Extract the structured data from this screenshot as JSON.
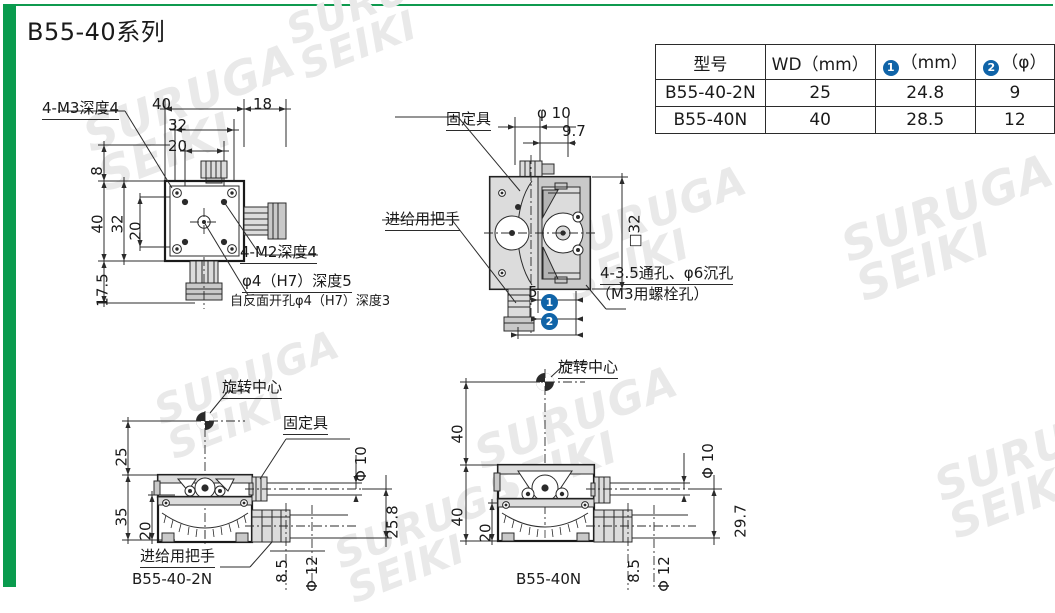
{
  "page": {
    "title": "B55-40系列",
    "accent_green": "#0a9b4e",
    "accent_blue": "#1064a8",
    "watermark_text_line1": "SURUGA",
    "watermark_text_line2": "SEIKI"
  },
  "spec_table": {
    "headers": [
      "型号",
      "WD（mm）",
      "（mm）",
      "（φ）"
    ],
    "header_badges": [
      "",
      "",
      "1",
      "2"
    ],
    "rows": [
      {
        "model": "B55-40-2N",
        "wd": "25",
        "one": "24.8",
        "two": "9"
      },
      {
        "model": "B55-40N",
        "wd": "40",
        "one": "28.5",
        "two": "12"
      }
    ]
  },
  "view_top_left": {
    "name": "top-view",
    "callouts": {
      "m3": "4-M3深度4",
      "m2": "4-M2深度4",
      "bore": "φ4（H7）深度5",
      "bore_sub": "自反面开孔φ4（H7）深度3"
    },
    "dimensions": {
      "top_40": "40",
      "top_18": "18",
      "top_32": "32",
      "top_20": "20",
      "left_8": "8",
      "left_40": "40",
      "left_17_5": "17.5",
      "left_32": "32",
      "left_20": "20"
    }
  },
  "view_top_middle": {
    "name": "side-view",
    "callouts": {
      "fixture": "固定具",
      "handle": "进给用把手",
      "holes": "4-3.5通孔、φ6沉孔",
      "holes_sub": "（M3用螺栓孔）"
    },
    "dimensions": {
      "phi10": "φ 10",
      "d9_7": "9.7",
      "sq32": "□32",
      "d5": "5",
      "badge1": "1",
      "badge2": "2"
    }
  },
  "view_bottom_left": {
    "name": "front-view-b55-40-2n",
    "model_label": "B55-40-2N",
    "callouts": {
      "rot_center": "旋转中心",
      "fixture": "固定具",
      "handle": "进给用把手"
    },
    "dimensions": {
      "v25": "25",
      "v35": "35",
      "v20": "20",
      "phi10": "Φ 10",
      "d25_8": "25.8",
      "d8_5": "8.5",
      "phi12": "Φ 12"
    }
  },
  "view_bottom_right": {
    "name": "front-view-b55-40n",
    "model_label": "B55-40N",
    "callouts": {
      "rot_center": "旋转中心"
    },
    "dimensions": {
      "v40_top": "40",
      "v40_bot": "40",
      "v20": "20",
      "phi10": "Φ 10",
      "d29_7": "29.7",
      "d8_5": "8.5",
      "phi12": "Φ 12"
    }
  }
}
